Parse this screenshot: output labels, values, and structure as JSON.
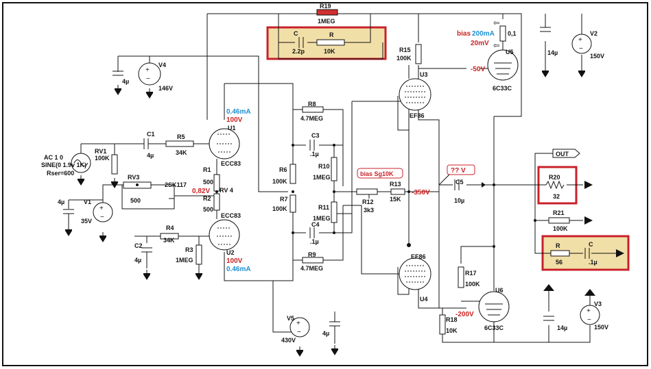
{
  "components": {
    "R19": {
      "ref": "R19",
      "value": "1MEG"
    },
    "C_fb": {
      "ref": "C",
      "value": "2.2p"
    },
    "R_fb": {
      "ref": "R",
      "value": "10K"
    },
    "V4": {
      "ref": "V4",
      "value": "146V"
    },
    "C4u_top": {
      "value": "4µ"
    },
    "U1": {
      "ref": "U1",
      "type": "ECC83",
      "current": "0.46mA",
      "voltage": "100V"
    },
    "U2": {
      "ref": "U2",
      "type": "ECC83",
      "current": "0.46mA",
      "voltage": "100V"
    },
    "source": {
      "line1": "AC 1 0",
      "line2": "SINE(0 1.9v 1K)",
      "line3": "Rser=600"
    },
    "RV1": {
      "ref": "RV1",
      "value": "100K"
    },
    "C1": {
      "ref": "C1",
      "value": "4µ"
    },
    "R5": {
      "ref": "R5",
      "value": "34K"
    },
    "R1": {
      "ref": "R1",
      "value": "500"
    },
    "R2": {
      "ref": "R2",
      "value": "500"
    },
    "RV4": {
      "ref": "RV 4"
    },
    "RV3": {
      "ref": "RV3",
      "value": "500"
    },
    "FET": {
      "ref": "2SK117",
      "voltage": "0,82V"
    },
    "V1": {
      "ref": "V1",
      "value": "35V"
    },
    "C4u_v1": {
      "value": "4µ"
    },
    "C2": {
      "ref": "C2",
      "value": "4µ"
    },
    "R4": {
      "ref": "R4",
      "value": "34K"
    },
    "R3": {
      "ref": "R3",
      "value": "1MEG"
    },
    "R8": {
      "ref": "R8",
      "value": "4.7MEG"
    },
    "C3": {
      "ref": "C3",
      "value": ".1µ"
    },
    "R6": {
      "ref": "R6",
      "value": "100K"
    },
    "R10": {
      "ref": "R10",
      "value": "1MEG"
    },
    "R7": {
      "ref": "R7",
      "value": "100K"
    },
    "R11": {
      "ref": "R11",
      "value": "1MEG"
    },
    "C4": {
      "ref": "C4",
      "value": ".1µ"
    },
    "R9": {
      "ref": "R9",
      "value": "4.7MEG"
    },
    "V5": {
      "ref": "V5",
      "value": "430V"
    },
    "C4u_v5": {
      "value": "4µ"
    },
    "bias_sg": {
      "text": "bias Sg10K"
    },
    "R12": {
      "ref": "R12",
      "value": "3k3"
    },
    "R13": {
      "ref": "R13",
      "value": "15K"
    },
    "neg350": {
      "value": "-350V"
    },
    "U3": {
      "ref": "U3",
      "type": "EF86"
    },
    "U4": {
      "ref": "U4",
      "type": "EF86"
    },
    "R15": {
      "ref": "R15",
      "value": "100K"
    },
    "bias_u5": {
      "label": "bias",
      "current": "200mA",
      "voltage": "20mV"
    },
    "R01": {
      "value": "0,1"
    },
    "U5": {
      "ref": "U5",
      "type": "6C33C",
      "voltage": "-50V"
    },
    "C14u_top": {
      "value": "14µ"
    },
    "V2": {
      "ref": "V2",
      "value": "150V"
    },
    "q_v": {
      "text": "?? V"
    },
    "C5": {
      "ref": "C5",
      "value": "10µ"
    },
    "OUT": {
      "text": "OUT"
    },
    "R20": {
      "ref": "R20",
      "value": "32"
    },
    "R21": {
      "ref": "R21",
      "value": "100K"
    },
    "R_zob": {
      "ref": "R",
      "value": "56"
    },
    "C_zob": {
      "ref": "C",
      "value": ".1µ"
    },
    "R17": {
      "ref": "R17",
      "value": "100K"
    },
    "R18": {
      "ref": "R18",
      "value": "10K"
    },
    "U6": {
      "ref": "U6",
      "type": "6C33C",
      "voltage": "-200V"
    },
    "C14u_bot": {
      "value": "14µ"
    },
    "V3": {
      "ref": "V3",
      "value": "150V"
    }
  },
  "colors": {
    "highlight_fill": "#f1dfa8",
    "highlight_border": "#c8202a",
    "red_text": "#cc2222",
    "blue_text": "#1e90d0"
  }
}
